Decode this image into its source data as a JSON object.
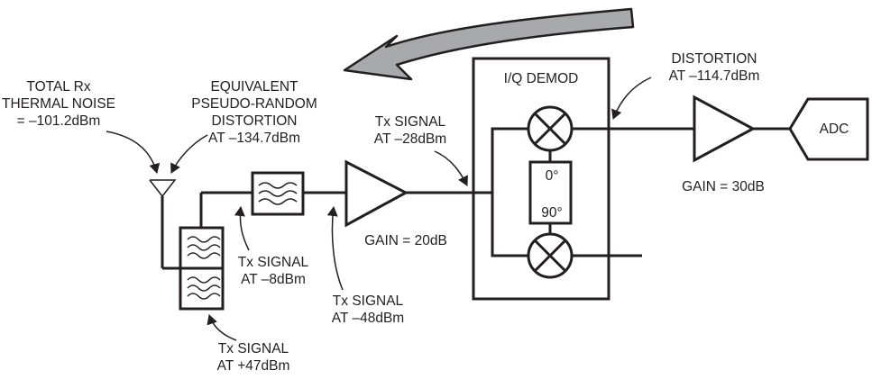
{
  "labels": {
    "thermal_noise": [
      "TOTAL Rx",
      "THERMAL NOISE",
      "= –101.2dBm"
    ],
    "equiv_distortion": [
      "EQUIVALENT",
      "PSEUDO-RANDOM",
      "DISTORTION",
      "AT –134.7dBm"
    ],
    "tx_28": [
      "Tx SIGNAL",
      "AT –28dBm"
    ],
    "iq_demod": "I/Q DEMOD",
    "phase_0": "0°",
    "phase_90": "90°",
    "distortion_out": [
      "DISTORTION",
      "AT –114.7dBm"
    ],
    "adc": "ADC",
    "gain_30": "GAIN = 30dB",
    "gain_20": "GAIN = 20dB",
    "tx_8": [
      "Tx SIGNAL",
      "AT –8dBm"
    ],
    "tx_48": [
      "Tx SIGNAL",
      "AT –48dBm"
    ],
    "tx_47": [
      "Tx SIGNAL",
      "AT +47dBm"
    ]
  },
  "colors": {
    "ink": "#231f20",
    "arrow_fill": "#a7a9ac"
  },
  "icons": [
    "antenna-icon",
    "bandpass-filter-icon",
    "amplifier-icon",
    "mixer-icon",
    "adc-block",
    "flow-arrow-icon"
  ]
}
